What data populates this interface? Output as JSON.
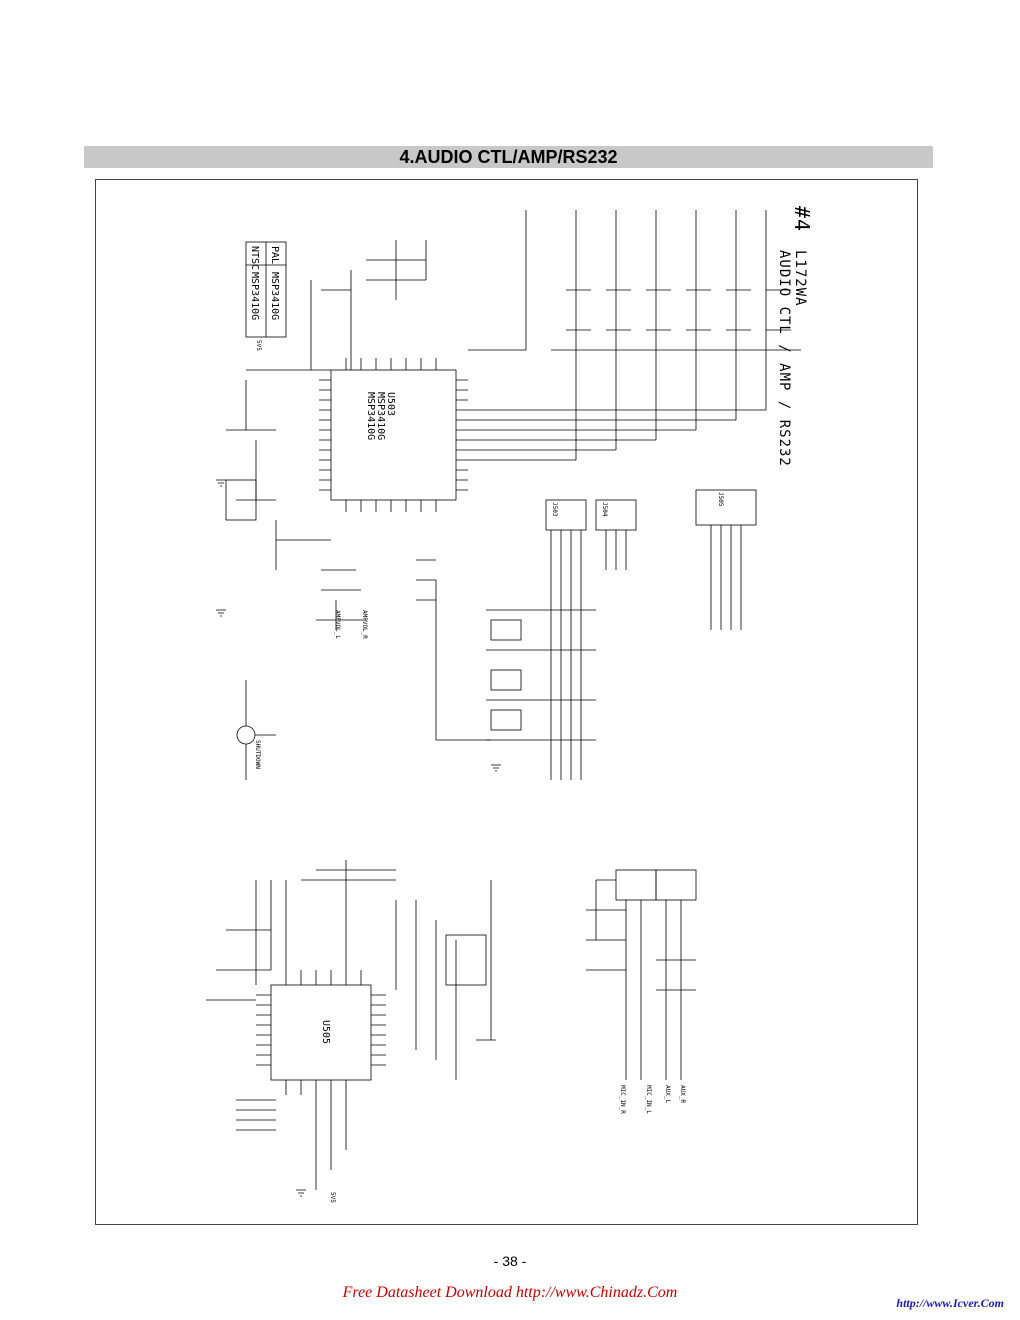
{
  "header": {
    "title": "4.AUDIO CTL/AMP/RS232"
  },
  "sheet": {
    "sheet_no": "#4",
    "model": "L172WA",
    "subtitle": "AUDIO CTL / AMP / RS232",
    "ic_main": "U503",
    "ic_part1": "MSP3410G",
    "ic_part2": "MSP3410G",
    "ic_amp": "U505",
    "table": {
      "pal": "PAL",
      "pal_part": "MSP3410G",
      "ntsc": "NTSC",
      "ntsc_part": "MSP3410G"
    },
    "connectors": [
      "J503",
      "J504",
      "J505"
    ],
    "nets": [
      "5V5",
      "AMPVOL_L",
      "AMPVOL_R",
      "SHUTDOWN",
      "5V5",
      "MIC_IN_R",
      "MIC_IN_L",
      "AUX_L",
      "AUX_R"
    ]
  },
  "footer": {
    "page_number": "- 38 -",
    "main_link": "Free Datasheet Download http://www.Chinadz.Com",
    "right_link": "http://www.Icver.Com"
  }
}
